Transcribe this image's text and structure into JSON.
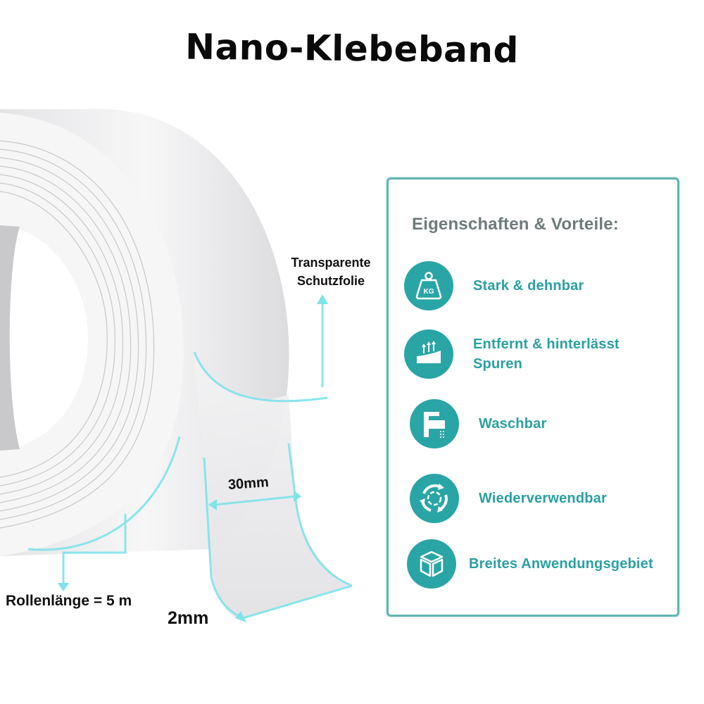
{
  "title": "Nano-Klebeband",
  "product": {
    "labels": {
      "protective_film_line1": "Transparente",
      "protective_film_line2": "Schutzfolie",
      "width": "30mm",
      "roll_length": "Rollenlänge = 5 m",
      "thickness": "2mm"
    },
    "accent_color": "#7fe3ea"
  },
  "panel": {
    "title": "Eigenschaften & Vorteile:",
    "border_color": "#5fb5b4",
    "icon_color": "#2aa5a6",
    "features": [
      {
        "icon": "weight-kg-icon",
        "line1": "Stark & dehnbar",
        "line2": ""
      },
      {
        "icon": "peel-off-icon",
        "line1": "Entfernt & hinterlässt",
        "line2": "Spuren"
      },
      {
        "icon": "faucet-icon",
        "line1": "Waschbar",
        "line2": ""
      },
      {
        "icon": "recycle-icon",
        "line1": "Wiederverwendbar",
        "line2": ""
      },
      {
        "icon": "box-icon",
        "line1": "Breites Anwendungsgebiet",
        "line2": ""
      }
    ]
  }
}
